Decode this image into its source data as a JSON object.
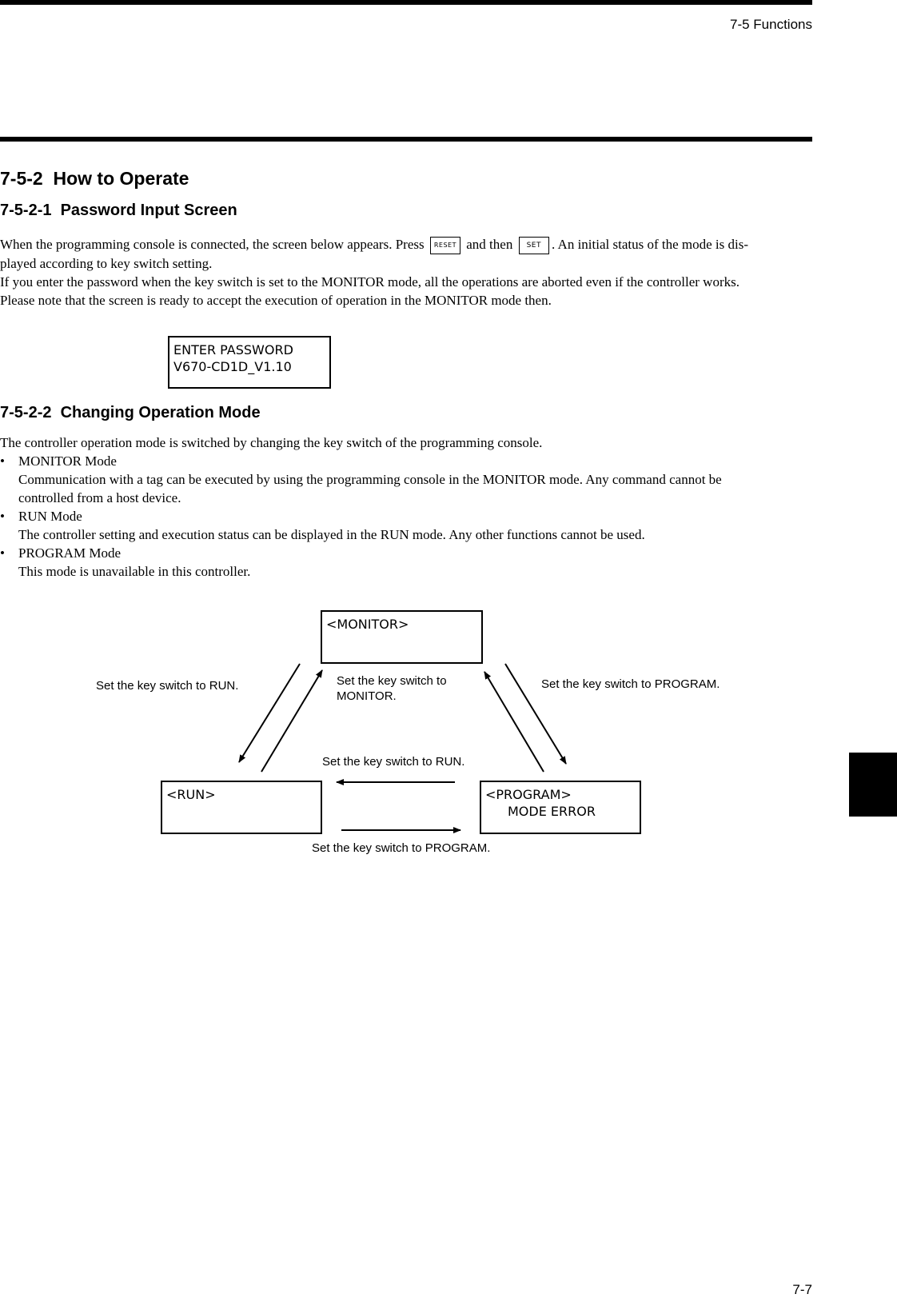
{
  "header": {
    "section": "7-5 Functions"
  },
  "headings": {
    "h_7_5_2": "7-5-2  How to Operate",
    "h_7_5_2_1": "7-5-2-1  Password Input Screen",
    "h_7_5_2_2": "7-5-2-2  Changing Operation Mode"
  },
  "password_section": {
    "line1_a": "When the programming console is connected, the screen below appears.  Press",
    "key_reset": "RESET",
    "line1_b": "and then",
    "key_set": "SET",
    "line1_c": ".  An initial status of the mode is dis-",
    "line2": "played according to key switch setting.",
    "line3": "If you enter the password when the key switch is set to the MONITOR mode, all the operations are aborted even if the controller works.",
    "line4": "Please note that the screen is ready to accept the execution of operation in the MONITOR mode then.",
    "lcd_line1": "ENTER PASSWORD",
    "lcd_line2": "V670-CD1D_V1.10"
  },
  "mode_section": {
    "intro": "The controller operation mode is switched by changing the key switch of the programming console.",
    "bullet": "•",
    "items": [
      {
        "title": "MONITOR Mode",
        "desc_line1": "Communication with a tag can be executed by using the programming console in the MONITOR mode.  Any command cannot be",
        "desc_line2": "controlled from a host device."
      },
      {
        "title": "RUN Mode",
        "desc_line1": "The controller setting and execution status can be displayed in the RUN mode.  Any other functions cannot be used."
      },
      {
        "title": "PROGRAM Mode",
        "desc_line1": "This mode is unavailable in this controller."
      }
    ]
  },
  "diagram": {
    "monitor_box": "<MONITOR>",
    "run_box": "<RUN>",
    "program_box_line1": "<PROGRAM>",
    "program_box_line2": "MODE ERROR",
    "label_to_run_left": "Set the key switch to RUN.",
    "label_to_monitor_line1": "Set the key switch to",
    "label_to_monitor_line2": "MONITOR.",
    "label_to_program_right": "Set the key switch to PROGRAM.",
    "label_to_run_middle": "Set the key switch to RUN.",
    "label_to_program_bottom": "Set the key switch to PROGRAM."
  },
  "footer": {
    "page": "7-7"
  }
}
